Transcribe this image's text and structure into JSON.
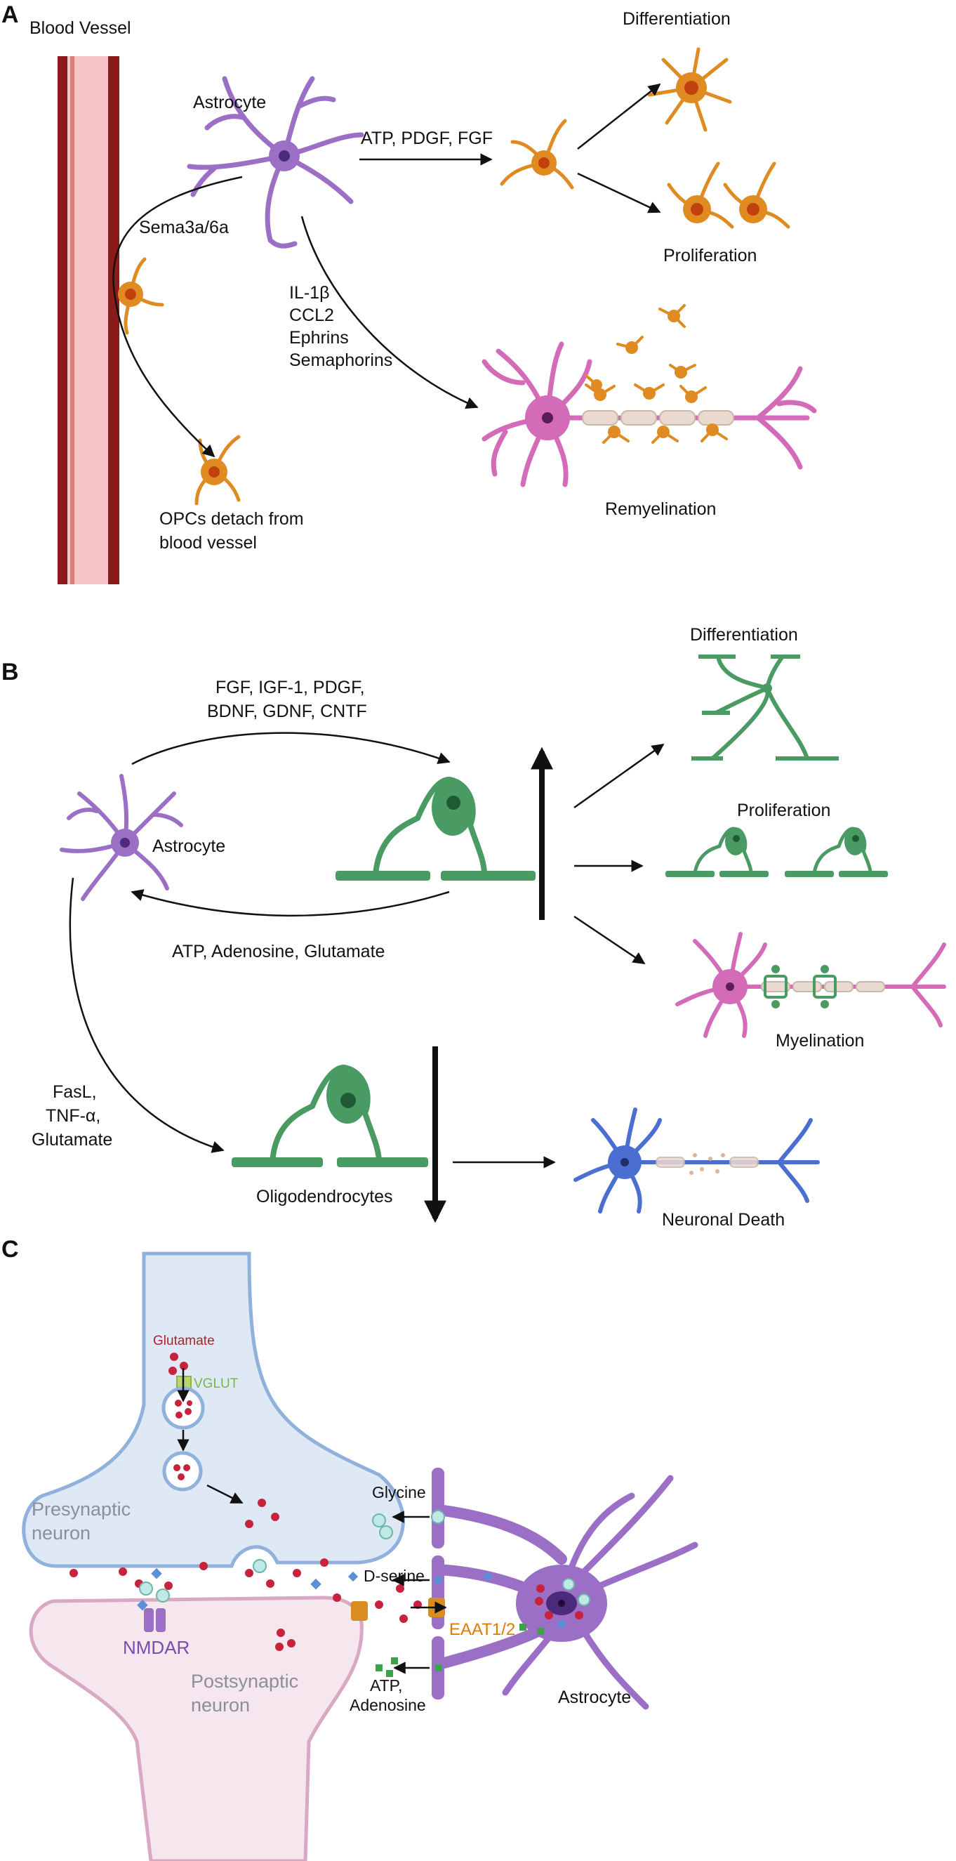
{
  "panels": {
    "a": {
      "letter": "A",
      "blood_vessel": "Blood Vessel",
      "astrocyte": "Astrocyte",
      "sema": "Sema3a/6a",
      "signals_top": "ATP, PDGF, FGF",
      "differentiation": "Differentiation",
      "proliferation": "Proliferation",
      "cytokines": [
        "IL-1β",
        "CCL2",
        "Ephrins",
        "Semaphorins"
      ],
      "opc_detach": [
        "OPCs detach from",
        "blood vessel"
      ],
      "remyelination": "Remyelination"
    },
    "b": {
      "letter": "B",
      "factors": [
        "FGF, IGF-1, PDGF,",
        "BDNF, GDNF, CNTF"
      ],
      "astrocyte": "Astrocyte",
      "atp_line": "ATP, Adenosine, Glutamate",
      "differentiation": "Differentiation",
      "proliferation": "Proliferation",
      "myelination": "Myelination",
      "toxic": [
        "FasL,",
        "TNF-α,",
        "Glutamate"
      ],
      "oligodendrocytes": "Oligodendrocytes",
      "neuronal_death": "Neuronal Death"
    },
    "c": {
      "letter": "C",
      "glutamate": "Glutamate",
      "vglut": "VGLUT",
      "presynaptic": [
        "Presynaptic",
        "neuron"
      ],
      "postsynaptic": [
        "Postsynaptic",
        "neuron"
      ],
      "nmdar": "NMDAR",
      "glycine": "Glycine",
      "dserine": "D-serine",
      "eaat": "EAAT1/2",
      "atp": [
        "ATP,",
        "Adenosine"
      ],
      "astrocyte": "Astrocyte"
    }
  },
  "colors": {
    "astrocyte": "#9b6fc6",
    "opc": "#e08a22",
    "opc_nucleus": "#c2410c",
    "oligodendrocyte": "#4a9a63",
    "neuron_pink": "#d46bb8",
    "neuron_blue": "#4a6fd1",
    "vessel": "#8b1a1a",
    "synapse_blue": "#dfe9f6",
    "synapse_pink": "#f6e6ee",
    "glutamate": "#c8233c",
    "glycine": "#bfe9e4",
    "dserine": "#5b8fd6",
    "atp": "#3da24b",
    "eaat": "#d98c1f"
  }
}
